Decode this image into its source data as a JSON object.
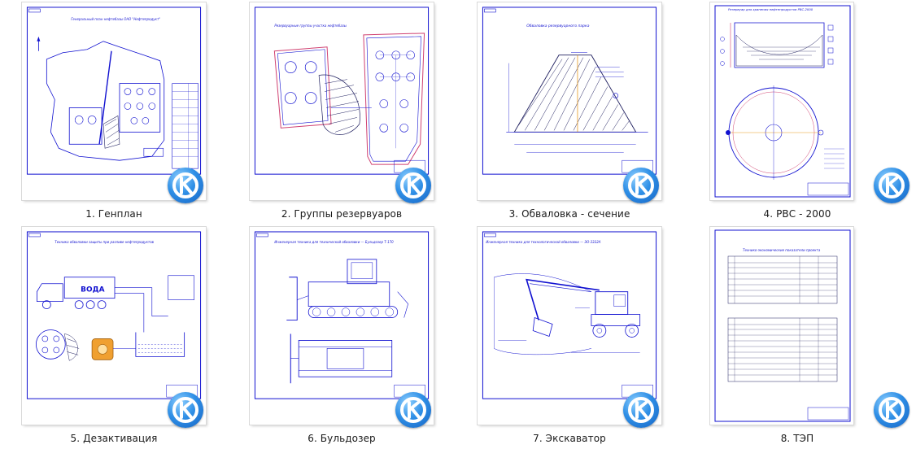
{
  "items": [
    {
      "caption": "1. Генплан",
      "orientation": "landscape",
      "sheet_title": "Генеральный план нефтебазы ОАО \"Нефтепродукт\""
    },
    {
      "caption": "2. Группы резервуаров",
      "orientation": "landscape",
      "sheet_title": "Резервуарные группы участка нефтебазы"
    },
    {
      "caption": "3. Обваловка - сечение",
      "orientation": "landscape",
      "sheet_title": "Обваловка резервуарного парка"
    },
    {
      "caption": "4. РВС - 2000",
      "orientation": "portrait",
      "sheet_title": "Резервуар для хранения нефтепродуктов РВС-2000"
    },
    {
      "caption": "5. Дезактивация",
      "orientation": "landscape",
      "sheet_title": "Техника обваловки защиты при разливе нефтепродуктов",
      "truck_label": "ВОДА"
    },
    {
      "caption": "6. Бульдозер",
      "orientation": "landscape",
      "sheet_title": "Инженерная техника для технической обваловки — Бульдозер Т-170"
    },
    {
      "caption": "7. Экскаватор",
      "orientation": "landscape",
      "sheet_title": "Инженерная техника для технологической обваловки — ЭО-3322А"
    },
    {
      "caption": "8. ТЭП",
      "orientation": "portrait",
      "sheet_title": "Технико-экономические показатели проекта"
    }
  ],
  "colors": {
    "drawing": "#1010d0",
    "hatch": "#202060",
    "accent_red": "#e03030",
    "accent_orange": "#e89a20",
    "badge": "#2f8fe6"
  },
  "badge_icon": "k-logo-icon"
}
